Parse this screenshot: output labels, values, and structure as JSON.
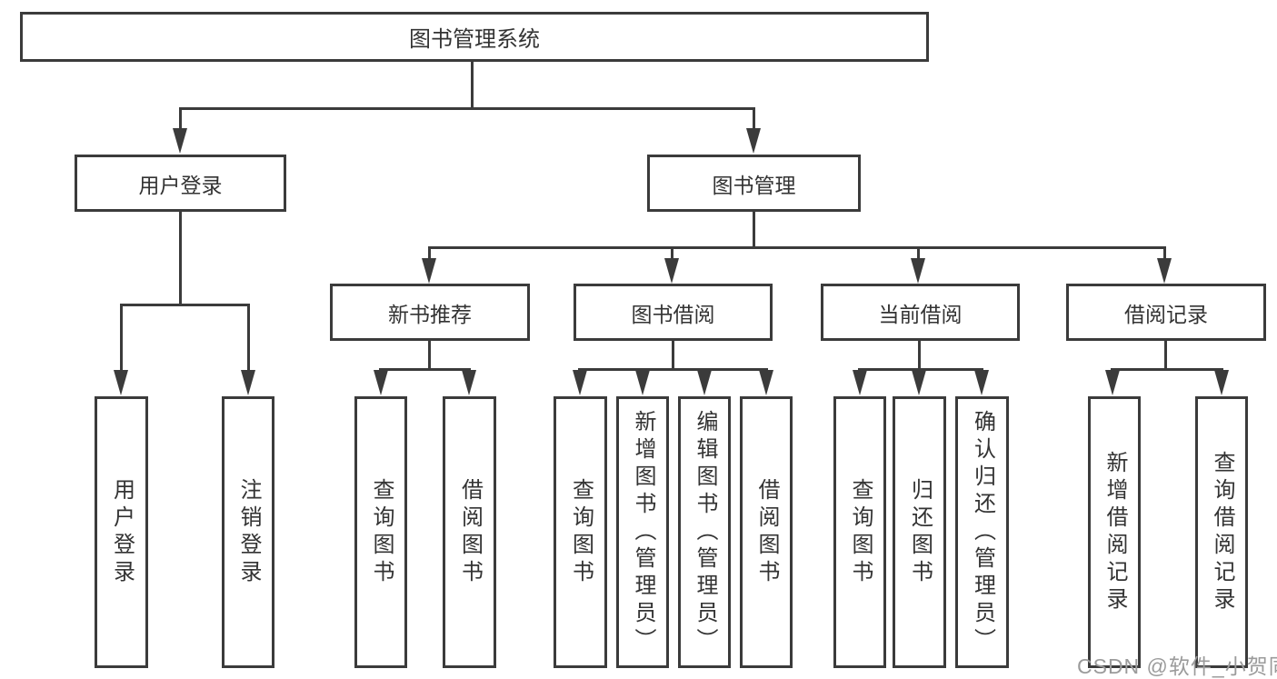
{
  "diagram_title": "图书管理系统",
  "nodes": {
    "root": {
      "label": "图书管理系统"
    },
    "level2": [
      {
        "label": "用户登录"
      },
      {
        "label": "图书管理"
      }
    ],
    "level3": [
      {
        "label": "新书推荐"
      },
      {
        "label": "图书借阅"
      },
      {
        "label": "当前借阅"
      },
      {
        "label": "借阅记录"
      }
    ],
    "leaves": {
      "user_login": [
        {
          "label": "用户登录"
        },
        {
          "label": "注销登录"
        }
      ],
      "new_book_rec": [
        {
          "label": "查询图书"
        },
        {
          "label": "借阅图书"
        }
      ],
      "book_borrow": [
        {
          "label": "查询图书"
        },
        {
          "label": "新增图书（管理员）"
        },
        {
          "label": "编辑图书（管理员）"
        },
        {
          "label": "借阅图书"
        }
      ],
      "current_borrow": [
        {
          "label": "查询图书"
        },
        {
          "label": "归还图书"
        },
        {
          "label": "确认归还（管理员）"
        }
      ],
      "borrow_records": [
        {
          "label": "新增借阅记录"
        },
        {
          "label": "查询借阅记录"
        }
      ]
    }
  },
  "watermark": {
    "text": "CSDN @软件_小贺同学"
  },
  "colors": {
    "line": "#3b3b3b",
    "text": "#333333",
    "background": "#ffffff",
    "watermark": "#9b9b9b"
  }
}
